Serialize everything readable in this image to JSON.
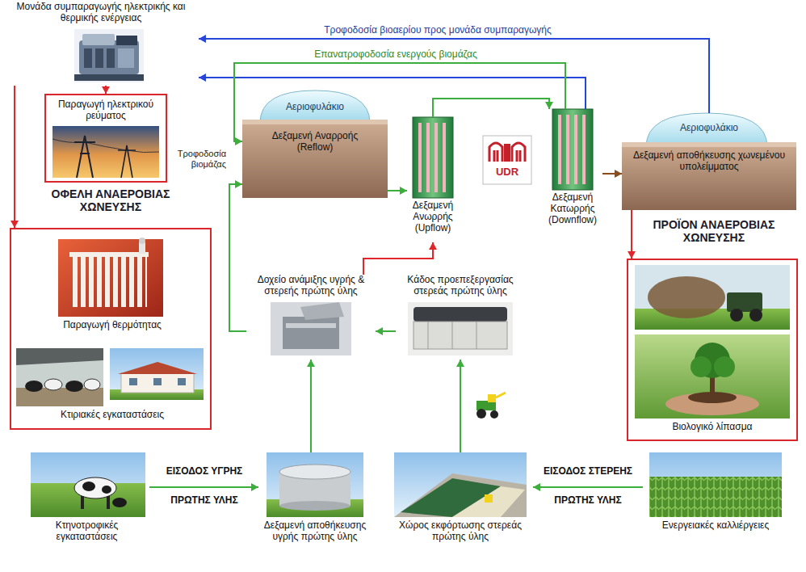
{
  "diagram": {
    "nodes": [
      {
        "text": [
          "Μονάδα συμπαραγωγής ηλεκτρικής και θερμικής ενέργειας"
        ]
      },
      {
        "text": [
          "Παραγωγή ηλεκτρικού ρεύματος"
        ]
      },
      {
        "text": [
          "ΟΦΕΛΗ ΑΝΑΕΡΟΒΙΑΣ ΧΩΝΕΥΣΗΣ"
        ]
      },
      {
        "text": [
          "Παραγωγή θερμότητας"
        ],
        "in": 2
      },
      {
        "text": [
          "Κτιριακές εγκαταστάσεις"
        ],
        "in": 2
      },
      {
        "text": [
          "Αεριοφυλάκιο",
          "Δεξαμενή Αναρροής (Reflow)"
        ]
      },
      {
        "text": [
          "Δεξαμενή Ανωρρής (Upflow)"
        ]
      },
      {
        "text": [
          "Δεξαμενή Κατωρρής (Downflow)"
        ]
      },
      {
        "text": [
          "Αεριοφυλάκιο",
          "Δεξαμενή αποθήκευσης χωνεμένου υπολείμματος"
        ]
      },
      {
        "text": [
          "ΠΡΟΪΟΝ ΑΝΑΕΡΟΒΙΑΣ ΧΩΝΕΥΣΗΣ",
          "Βιολογικό λίπασμα"
        ]
      },
      {
        "text": [
          "Δοχείο ανάμιξης υγρής & στερεής πρώτης ύλης"
        ]
      },
      {
        "text": [
          "Κάδος προεπεξεργασίας στερεάς πρώτης ύλης"
        ]
      },
      {
        "text": [
          "Κτηνοτροφικές εγκαταστάσεις"
        ]
      },
      {
        "text": [
          "Δεξαμενή αποθήκευσης υγρής πρώτης ύλης"
        ]
      },
      {
        "text": [
          "Χώρος εκφόρτωσης στερεάς πρώτης ύλης"
        ]
      },
      {
        "text": [
          "Ενεργειακές καλλιέργειες"
        ]
      }
    ],
    "edges": [
      {
        "from": 8,
        "to": 0,
        "arrow": "to",
        "label": "Τροφοδοσία βιοαερίου προς μονάδα συμπαραγωγής"
      },
      {
        "from": 7,
        "to": 0,
        "arrow": "to"
      },
      {
        "from": 0,
        "to": 1,
        "arrow": "to"
      },
      {
        "from": 0,
        "to": 2,
        "arrow": "to"
      },
      {
        "from": 7,
        "to": 5,
        "arrow": "to",
        "label": "Επανατροφοδοσία ενεργούς βιομάζας"
      },
      {
        "from": 10,
        "to": 5,
        "arrow": "to",
        "label": "Τροφοδοσία βιομάζας"
      },
      {
        "from": 10,
        "to": 6,
        "arrow": "to"
      },
      {
        "from": 5,
        "to": 6,
        "arrow": "to"
      },
      {
        "from": 6,
        "to": 7,
        "arrow": "to"
      },
      {
        "from": 7,
        "to": 8,
        "arrow": "to"
      },
      {
        "from": 8,
        "to": 9,
        "arrow": "to"
      },
      {
        "from": 13,
        "to": 10,
        "arrow": "to"
      },
      {
        "from": 11,
        "to": 10,
        "arrow": "to"
      },
      {
        "from": 14,
        "to": 11,
        "arrow": "to"
      },
      {
        "from": 12,
        "to": 13,
        "arrow": "to"
      },
      {
        "from": 15,
        "to": 14,
        "arrow": "to"
      }
    ],
    "labels": [
      "UDR",
      "ΕΙΣΟΔΟΣ ΥΓΡΗΣ",
      "ΠΡΩΤΗΣ ΥΛΗΣ",
      "ΕΙΣΟΔΟΣ ΣΤΕΡΕΗΣ",
      "ΠΡΩΤΗΣ ΥΛΗΣ"
    ]
  }
}
